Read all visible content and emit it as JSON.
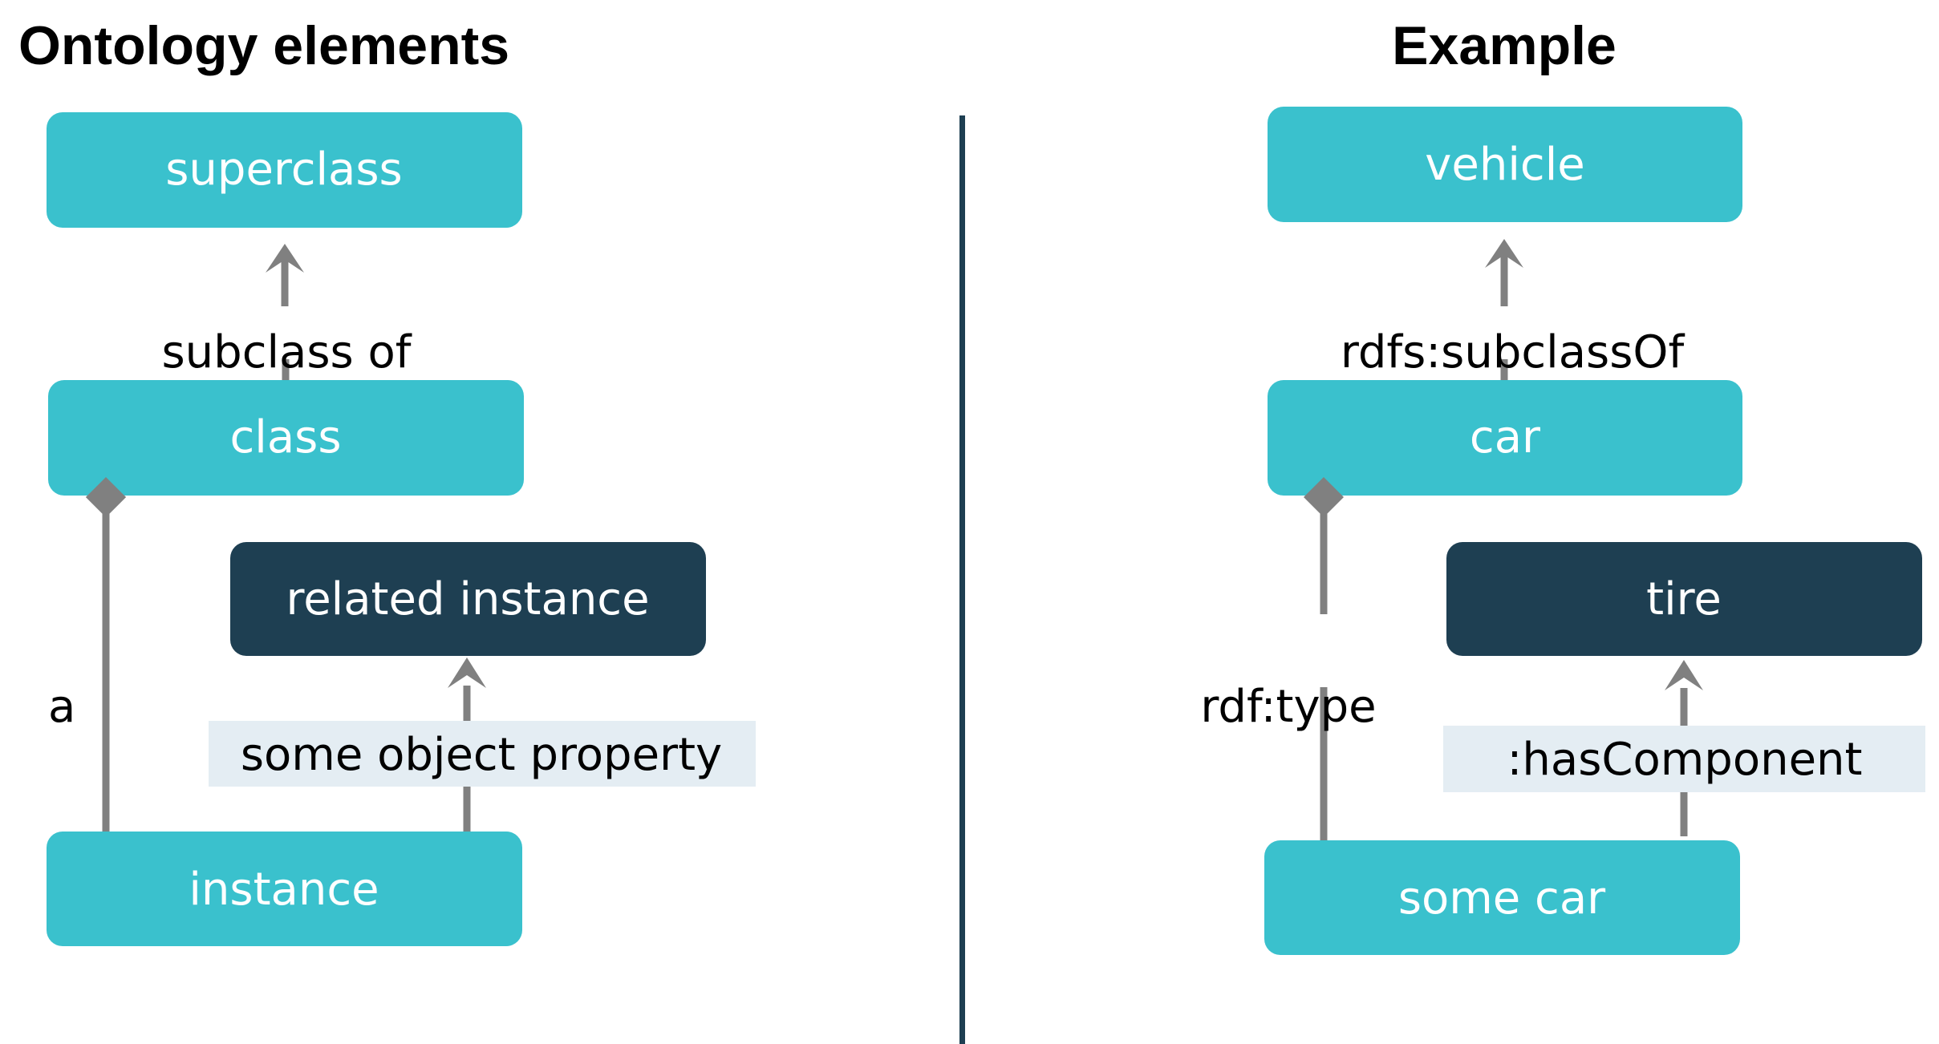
{
  "colors": {
    "class_node": "#3ac1cd",
    "instance_node": "#1e3f52",
    "edge": "#808080",
    "label_background": "#e4edf3",
    "divider": "#1e3f52"
  },
  "left": {
    "title": "Ontology elements",
    "nodes": {
      "superclass": "superclass",
      "class": "class",
      "related_instance": "related instance",
      "instance": "instance"
    },
    "edges": {
      "subclass_of": "subclass of",
      "type": "a",
      "object_property": "some object property"
    }
  },
  "right": {
    "title": "Example",
    "nodes": {
      "superclass": "vehicle",
      "class": "car",
      "related_instance": "tire",
      "instance": "some car"
    },
    "edges": {
      "subclass_of": "rdfs:subclassOf",
      "type": "rdf:type",
      "object_property": ":hasComponent"
    }
  }
}
